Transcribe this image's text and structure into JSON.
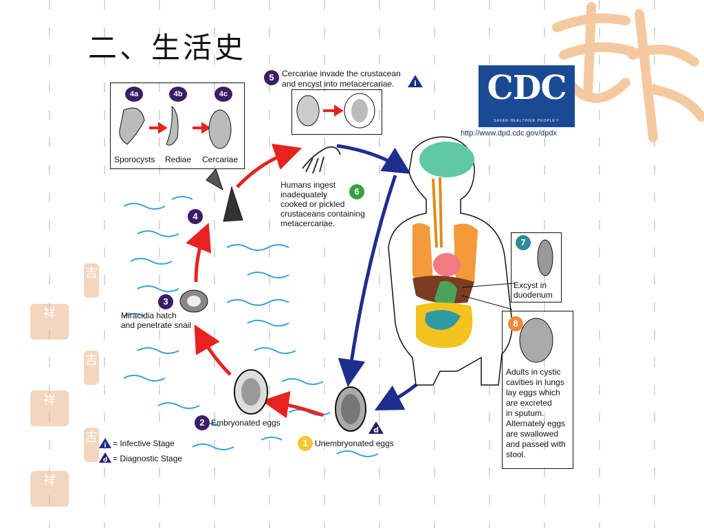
{
  "slide": {
    "title": "二、生活史"
  },
  "cdc": {
    "logo_text": "CDC",
    "tagline": "SAFER·HEALTHIER·PEOPLE™",
    "url": "http://www.dpd.cdc.gov/dpdx"
  },
  "stages": {
    "s1": {
      "num": "1",
      "label": "Unembryonated eggs"
    },
    "s2": {
      "num": "2",
      "label": "Embryonated eggs"
    },
    "s3": {
      "num": "3",
      "label_line1": "Miracidia hatch",
      "label_line2": "and penetrate snail"
    },
    "s4": {
      "num": "4"
    },
    "s4a": {
      "num": "4a",
      "label": "Sporocysts"
    },
    "s4b": {
      "num": "4b",
      "label": "Rediae"
    },
    "s4c": {
      "num": "4c",
      "label": "Cercariae"
    },
    "s5": {
      "num": "5",
      "label_line1": "Cercariae invade the crustacean",
      "label_line2": "and encyst into metacercariae."
    },
    "s6": {
      "num": "6",
      "lines": [
        "Humans ingest",
        "inadequately",
        "cooked or pickled",
        "crustaceans containing",
        "metacercariae."
      ]
    },
    "s7": {
      "num": "7",
      "label_line1": "Excyst in",
      "label_line2": "duodenum"
    },
    "s8": {
      "num": "8",
      "lines": [
        "Adults in cystic",
        "cavities in lungs",
        "lay eggs which",
        "are excreted",
        "in sputum.",
        "Alternately eggs",
        "are swallowed",
        "and passed with",
        "stool."
      ]
    }
  },
  "legend": {
    "infective_symbol": "i",
    "infective_label": "= Infective Stage",
    "diagnostic_symbol": "d",
    "diagnostic_label": "= Diagnostic Stage"
  },
  "colors": {
    "red_arrow": "#e8231f",
    "blue_arrow": "#1e2e8c",
    "water": "#3aa0dc",
    "accent": "#e8a060"
  }
}
